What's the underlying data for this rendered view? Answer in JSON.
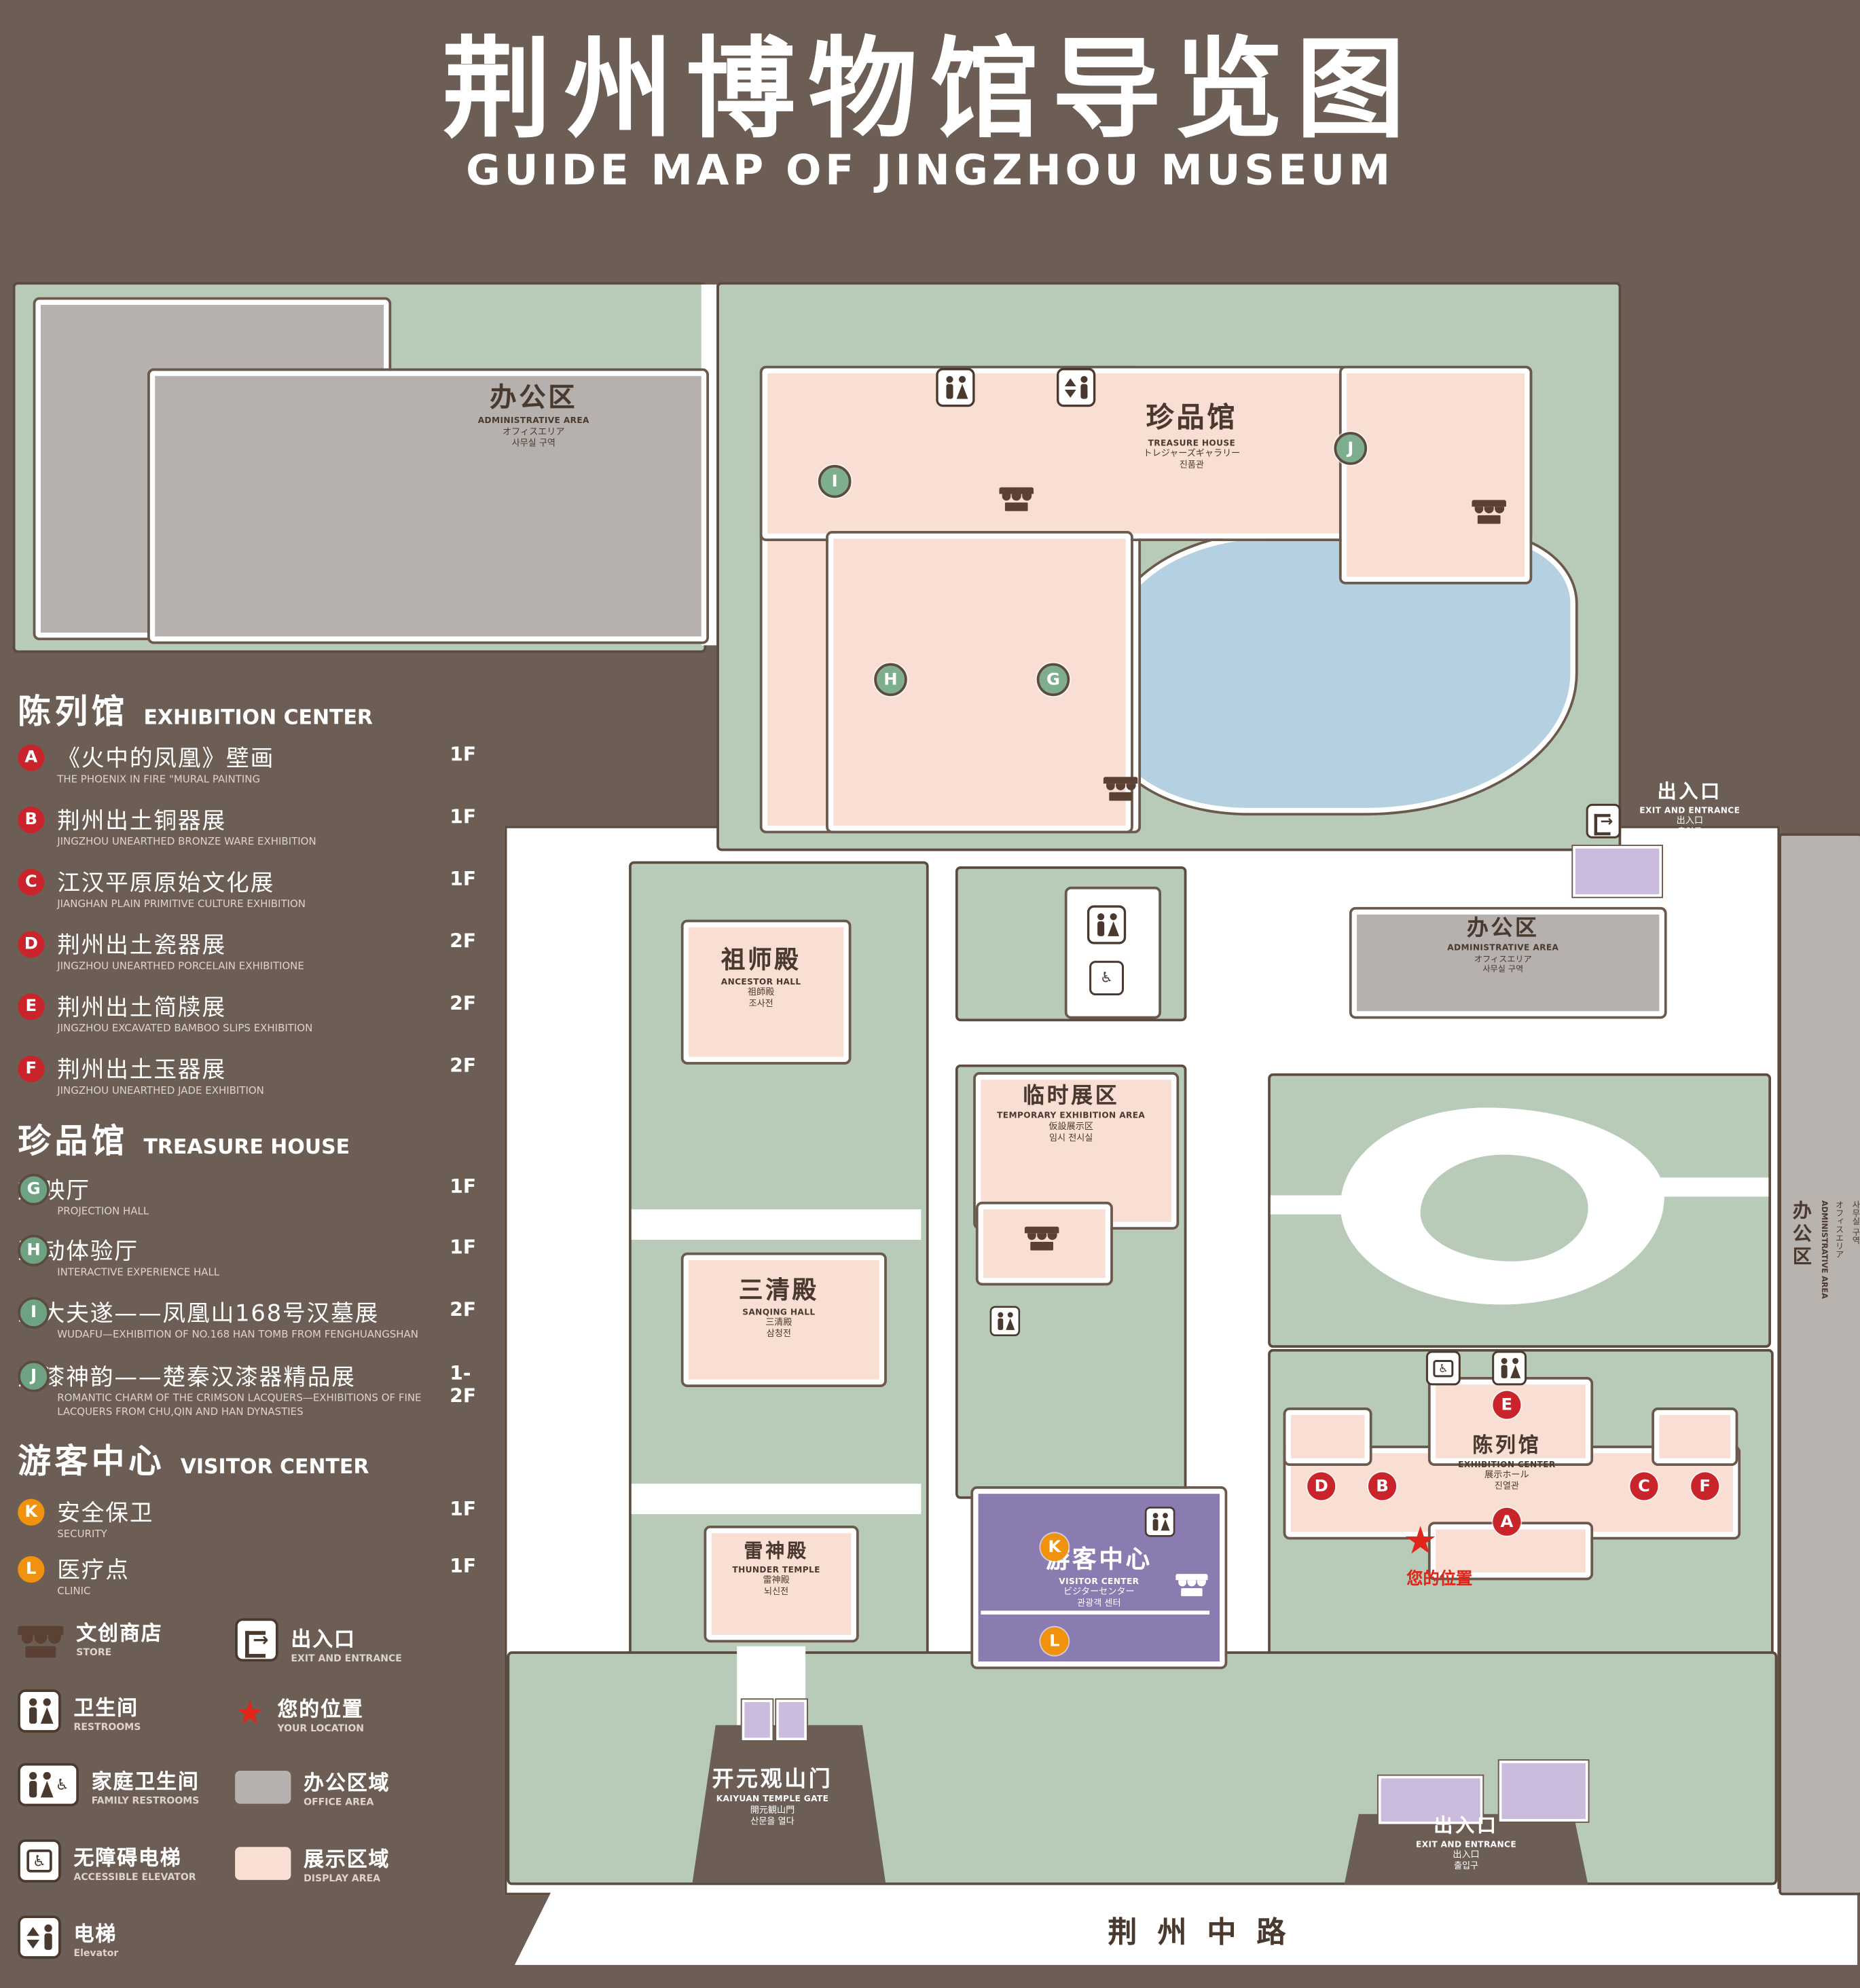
{
  "title": {
    "zh": "荆州博物馆导览图",
    "en": "GUIDE MAP OF JINGZHOU MUSEUM"
  },
  "colors": {
    "background": "#6d5e55",
    "ground_green": "#b7cbb8",
    "display_pink": "#f9dfd3",
    "office_gray": "#b6b1ae",
    "pond_blue": "#b5d0e1",
    "visitor_purple": "#8a7bb0",
    "entrance_lavender": "#cbbbdc",
    "marker_red": "#c9242b",
    "marker_green": "#7fae8f",
    "marker_orange": "#f0920e",
    "location_red": "#e0251b"
  },
  "sidebar": {
    "exhibition": {
      "heading_zh": "陈列馆",
      "heading_en": "EXHIBITION CENTER",
      "items": [
        {
          "key": "A",
          "zh": "《火中的凤凰》壁画",
          "en": "THE PHOENIX IN FIRE \"MURAL PAINTING",
          "floor": "1F"
        },
        {
          "key": "B",
          "zh": "荆州出土铜器展",
          "en": "JINGZHOU UNEARTHED BRONZE WARE EXHIBITION",
          "floor": "1F"
        },
        {
          "key": "C",
          "zh": "江汉平原原始文化展",
          "en": "JIANGHAN PLAIN PRIMITIVE CULTURE EXHIBITION",
          "floor": "1F"
        },
        {
          "key": "D",
          "zh": "荆州出土瓷器展",
          "en": "JINGZHOU UNEARTHED PORCELAIN EXHIBITIONE",
          "floor": "2F"
        },
        {
          "key": "E",
          "zh": "荆州出土简牍展",
          "en": "JINGZHOU EXCAVATED BAMBOO SLIPS EXHIBITION",
          "floor": "2F"
        },
        {
          "key": "F",
          "zh": "荆州出土玉器展",
          "en": "JINGZHOU UNEARTHED JADE EXHIBITION",
          "floor": "2F"
        }
      ]
    },
    "treasure": {
      "heading_zh": "珍品馆",
      "heading_en": "TREASURE HOUSE",
      "items": [
        {
          "key": "G",
          "zh": "放映厅",
          "en": "PROJECTION HALL",
          "floor": "1F"
        },
        {
          "key": "H",
          "zh": "互动体验厅",
          "en": "INTERACTIVE EXPERIENCE HALL",
          "floor": "1F"
        },
        {
          "key": "I",
          "zh": "五大夫遂——凤凰山168号汉墓展",
          "en": "WUDAFU—EXHIBITION OF NO.168 HAN TOMB FROM FENGHUANGSHAN",
          "floor": "2F"
        },
        {
          "key": "J",
          "zh": "丹漆神韵——楚秦汉漆器精品展",
          "en": "ROMANTIC CHARM OF THE CRIMSON LACQUERS—EXHIBITIONS OF FINE LACQUERS FROM CHU,QIN AND HAN DYNASTIES",
          "floor": "1-2F"
        }
      ]
    },
    "visitor": {
      "heading_zh": "游客中心",
      "heading_en": "VISITOR CENTER",
      "items": [
        {
          "key": "K",
          "zh": "安全保卫",
          "en": "SECURITY",
          "floor": "1F"
        },
        {
          "key": "L",
          "zh": "医疗点",
          "en": "CLINIC",
          "floor": "1F"
        }
      ]
    },
    "symbols": [
      {
        "icon": "store-icon",
        "zh": "文创商店",
        "en": "STORE"
      },
      {
        "icon": "exit-icon",
        "zh": "出入口",
        "en": "EXIT AND ENTRANCE"
      },
      {
        "icon": "restroom-icon",
        "zh": "卫生间",
        "en": "RESTROOMS"
      },
      {
        "icon": "location-star-icon",
        "zh": "您的位置",
        "en": "YOUR LOCATION"
      },
      {
        "icon": "family-restroom-icon",
        "zh": "家庭卫生间",
        "en": "FAMILY RESTROOMS"
      },
      {
        "icon": "office-area-swatch",
        "zh": "办公区域",
        "en": "OFFICE AREA"
      },
      {
        "icon": "accessible-elevator-icon",
        "zh": "无障碍电梯",
        "en": "ACCESSIBLE ELEVATOR"
      },
      {
        "icon": "display-area-swatch",
        "zh": "展示区域",
        "en": "DISPLAY AREA"
      },
      {
        "icon": "elevator-icon",
        "zh": "电梯",
        "en": "Elevator"
      }
    ]
  },
  "map": {
    "admin": {
      "zh": "办公区",
      "en": "ADMINISTRATIVE AREA",
      "jp": "オフィスエリア",
      "kr": "사무실 구역"
    },
    "treasure_house": {
      "zh": "珍品馆",
      "en": "TREASURE HOUSE",
      "jp": "トレジャーズギャラリー",
      "kr": "진품관"
    },
    "ancestor_hall": {
      "zh": "祖师殿",
      "en": "ANCESTOR HALL",
      "jp": "祖師殿",
      "kr": "조사전"
    },
    "temporary_exhibition": {
      "zh": "临时展区",
      "en": "TEMPORARY EXHIBITION AREA",
      "jp": "仮設展示区",
      "kr": "임시 전시실"
    },
    "sanqing_hall": {
      "zh": "三清殿",
      "en": "SANQING HALL",
      "jp": "三清殿",
      "kr": "삼청전"
    },
    "thunder_temple": {
      "zh": "雷神殿",
      "en": "THUNDER TEMPLE",
      "jp": "雷神殿",
      "kr": "뇌신전"
    },
    "exhibition_center": {
      "zh": "陈列馆",
      "en": "EXHIBITION CENTER",
      "jp": "展示ホール",
      "kr": "진열관"
    },
    "visitor_center": {
      "zh": "游客中心",
      "en": "VISITOR CENTER",
      "jp": "ビジターセンター",
      "kr": "관광객 센터"
    },
    "gate": {
      "zh": "开元观山门",
      "en": "KAIYUAN TEMPLE GATE",
      "jp": "開元観山門",
      "kr": "산문을 열다"
    },
    "exit": {
      "zh": "出入口",
      "en": "EXIT AND ENTRANCE",
      "jp": "出入口",
      "kr": "출입구"
    },
    "your_location": "您的位置",
    "road": "荆州中路"
  }
}
